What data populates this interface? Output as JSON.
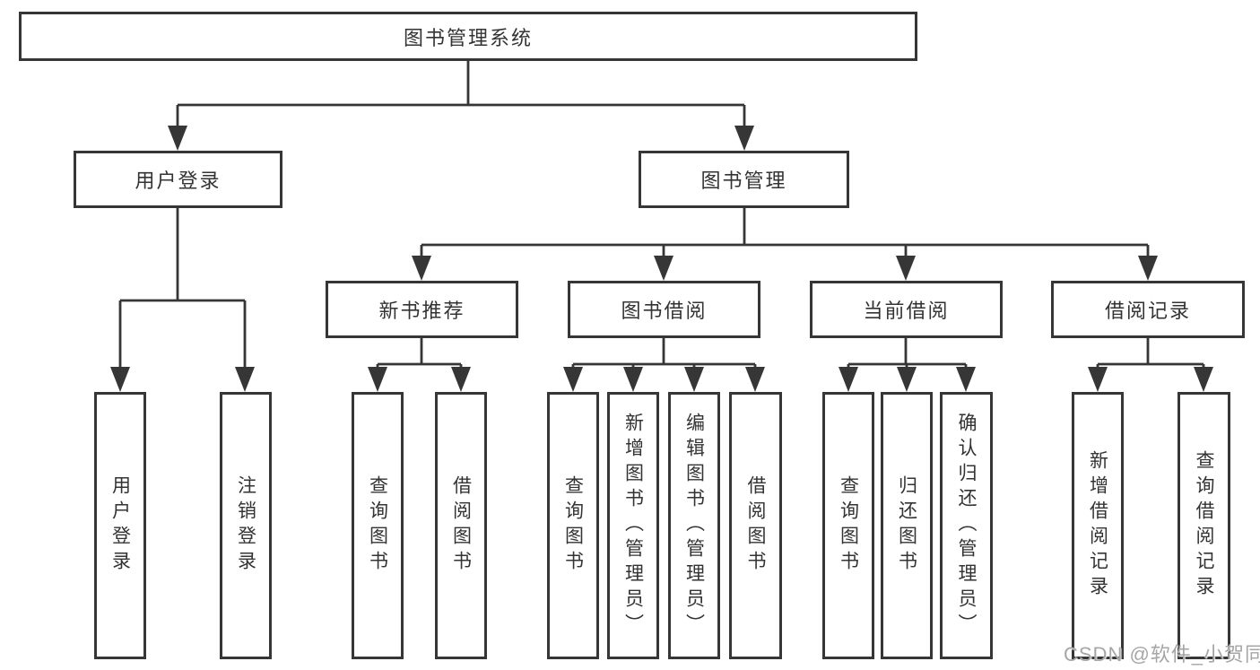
{
  "diagram": {
    "title_node": {
      "label": "图书管理系统"
    },
    "level2": [
      {
        "id": "user-login",
        "label": "用户登录",
        "parent": "图书管理系统"
      },
      {
        "id": "book-management",
        "label": "图书管理",
        "parent": "图书管理系统"
      }
    ],
    "level3": [
      {
        "id": "new-book-recommendation",
        "label": "新书推荐",
        "parent": "图书管理"
      },
      {
        "id": "book-borrowing",
        "label": "图书借阅",
        "parent": "图书管理"
      },
      {
        "id": "current-borrowing",
        "label": "当前借阅",
        "parent": "图书管理"
      },
      {
        "id": "borrowing-records",
        "label": "借阅记录",
        "parent": "图书管理"
      }
    ],
    "leaves": [
      {
        "label": "用户登录",
        "parent": "用户登录"
      },
      {
        "label": "注销登录",
        "parent": "用户登录"
      },
      {
        "label": "查询图书",
        "parent": "新书推荐"
      },
      {
        "label": "借阅图书",
        "parent": "新书推荐"
      },
      {
        "label": "查询图书",
        "parent": "图书借阅"
      },
      {
        "label": "新增图书（管理员）",
        "parent": "图书借阅"
      },
      {
        "label": "编辑图书（管理员）",
        "parent": "图书借阅"
      },
      {
        "label": "借阅图书",
        "parent": "图书借阅"
      },
      {
        "label": "查询图书",
        "parent": "当前借阅"
      },
      {
        "label": "归还图书",
        "parent": "当前借阅"
      },
      {
        "label": "确认归还（管理员）",
        "parent": "当前借阅"
      },
      {
        "label": "新增借阅记录",
        "parent": "借阅记录"
      },
      {
        "label": "查询借阅记录",
        "parent": "借阅记录"
      }
    ],
    "watermark": "CSDN @软件_小贺同学",
    "colors": {
      "line": "#363636",
      "box_border": "#363636",
      "text": "#333333",
      "watermark": "#a6a6a6",
      "background": "#ffffff"
    }
  }
}
